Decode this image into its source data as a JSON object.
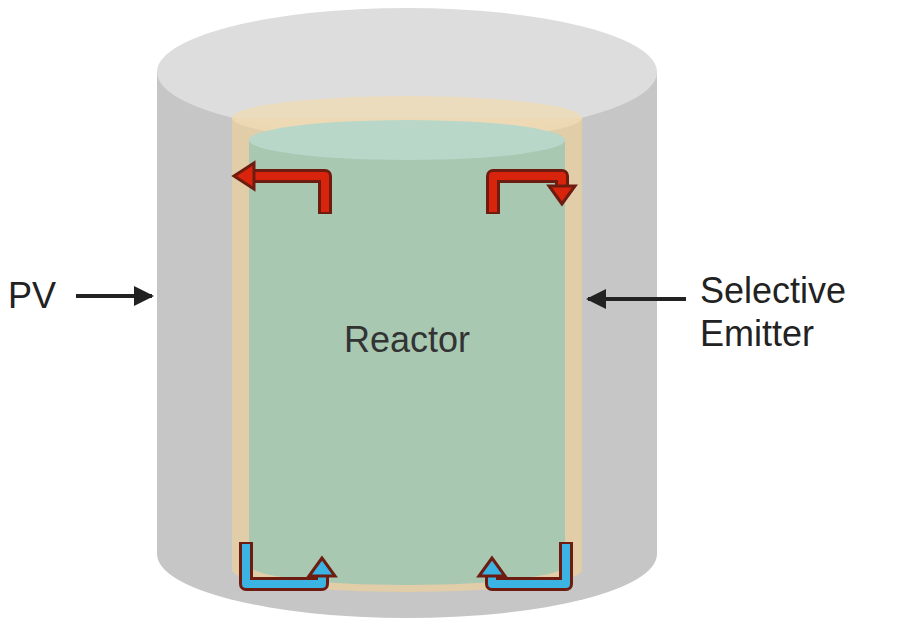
{
  "diagram": {
    "nodes": [
      {
        "text": [
          "Reactor"
        ]
      }
    ],
    "labels": [
      "PV",
      "Selective Emitter"
    ]
  }
}
